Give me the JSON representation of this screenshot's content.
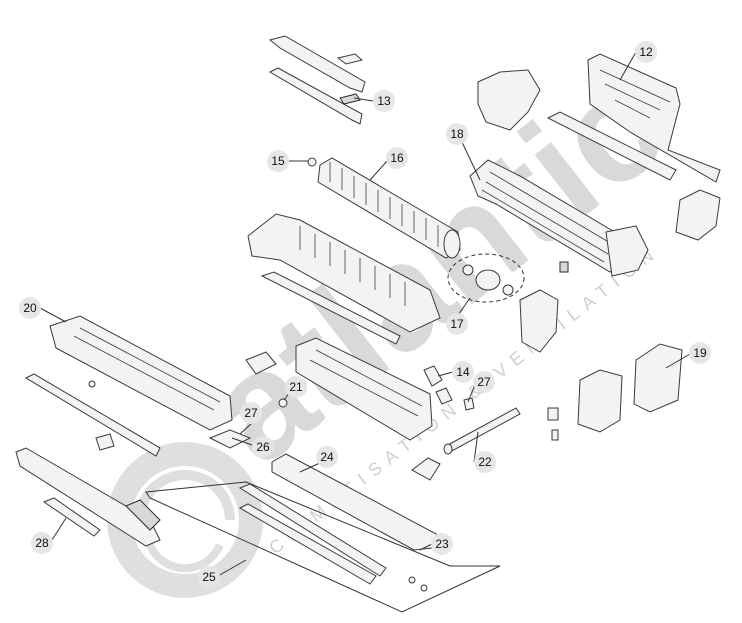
{
  "watermark": {
    "brand": "atlantic",
    "tagline": "CLIMATISATION & VENTILATION"
  },
  "callouts": [
    {
      "id": "c12",
      "label": "12"
    },
    {
      "id": "c13",
      "label": "13"
    },
    {
      "id": "c14",
      "label": "14"
    },
    {
      "id": "c15",
      "label": "15"
    },
    {
      "id": "c16",
      "label": "16"
    },
    {
      "id": "c17",
      "label": "17"
    },
    {
      "id": "c18",
      "label": "18"
    },
    {
      "id": "c19",
      "label": "19"
    },
    {
      "id": "c20",
      "label": "20"
    },
    {
      "id": "c21",
      "label": "21"
    },
    {
      "id": "c22",
      "label": "22"
    },
    {
      "id": "c23",
      "label": "23"
    },
    {
      "id": "c24",
      "label": "24"
    },
    {
      "id": "c25",
      "label": "25"
    },
    {
      "id": "c26",
      "label": "26"
    },
    {
      "id": "c27a",
      "label": "27"
    },
    {
      "id": "c27b",
      "label": "27"
    },
    {
      "id": "c28",
      "label": "28"
    }
  ]
}
